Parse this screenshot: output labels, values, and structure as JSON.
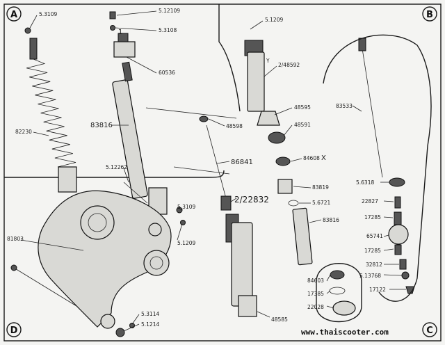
{
  "quadrants": {
    "a": "A",
    "b": "B",
    "c": "C",
    "d": "D"
  },
  "parts": {
    "p_5_3109_top": "5.3109",
    "p_5_12109": "5.12109",
    "p_5_3108": "5.3108",
    "p_60536": "60536",
    "p_82230": "82230",
    "p_83816_left": "83816",
    "p_5_12262": "5.12262",
    "p_5_3109_mid": "5.3109",
    "p_5_1209_mid": "5.1209",
    "p_81803": "81803",
    "p_5_3114": "5.3114",
    "p_5_1214": "5.1214",
    "p_5_1209_top": "5.1209",
    "p_2_48592": "2/48592",
    "p_48595": "48595",
    "p_48591": "48591",
    "p_48598": "48598",
    "p_86841": "86841",
    "p_84608": "84608",
    "p_83819": "83819",
    "p_5_6721": "5.6721",
    "p_83816_right": "83816",
    "p_2_22832": "2/22832",
    "p_84603": "84603",
    "p_17385": "17385",
    "p_22028": "22028",
    "p_48585": "48585",
    "p_83533": "83533",
    "p_5_6318": "5.6318",
    "p_22827": "22827",
    "p_17285_a": "17285",
    "p_65741": "65741",
    "p_17285_b": "17285",
    "p_32812": "32812",
    "p_5_13768": "5.13768",
    "p_17122": "17122"
  },
  "marks": {
    "mark_1": "1",
    "mark_x": "X",
    "mark_y": "Y"
  },
  "watermark": "www.thaiscooter.com"
}
